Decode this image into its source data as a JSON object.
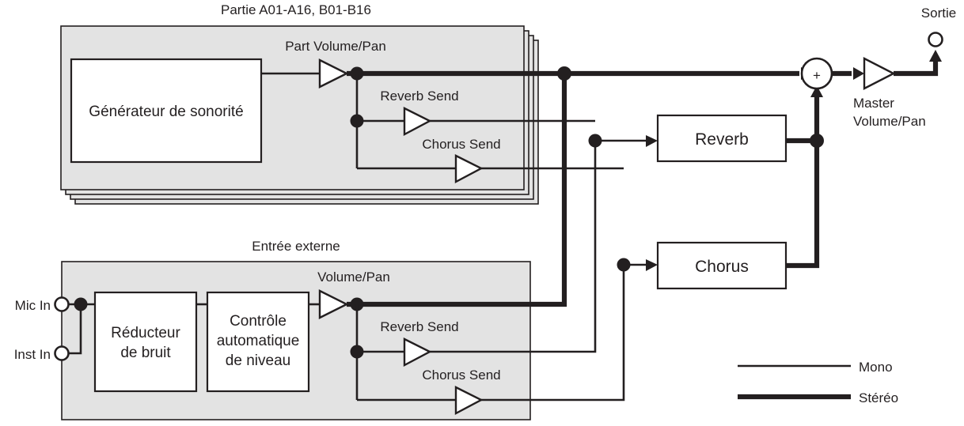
{
  "diagram": {
    "title_part_section": "Partie A01-A16, B01-B16",
    "title_external_section": "Entrée externe",
    "output_label": "Sortie"
  },
  "part_section": {
    "tone_generator_label": "Générateur de sonorité",
    "volume_pan_label": "Part Volume/Pan",
    "reverb_send_label": "Reverb Send",
    "chorus_send_label": "Chorus Send"
  },
  "external_section": {
    "mic_in_label": "Mic In",
    "inst_in_label": "Inst In",
    "noise_reducer_label_line1": "Réducteur",
    "noise_reducer_label_line2": "de bruit",
    "auto_level_label_line1": "Contrôle",
    "auto_level_label_line2": "automatique",
    "auto_level_label_line3": "de niveau",
    "volume_pan_label": "Volume/Pan",
    "reverb_send_label": "Reverb Send",
    "chorus_send_label": "Chorus Send"
  },
  "effects": {
    "reverb_label": "Reverb",
    "chorus_label": "Chorus"
  },
  "master": {
    "mixer_symbol": "+",
    "master_volume_label_line1": "Master",
    "master_volume_label_line2": "Volume/Pan"
  },
  "legend": {
    "mono_label": "Mono",
    "stereo_label": "Stéréo"
  },
  "colors": {
    "ink": "#231f20",
    "panel": "#e3e3e3",
    "block": "#ffffff",
    "background": "#ffffff"
  }
}
